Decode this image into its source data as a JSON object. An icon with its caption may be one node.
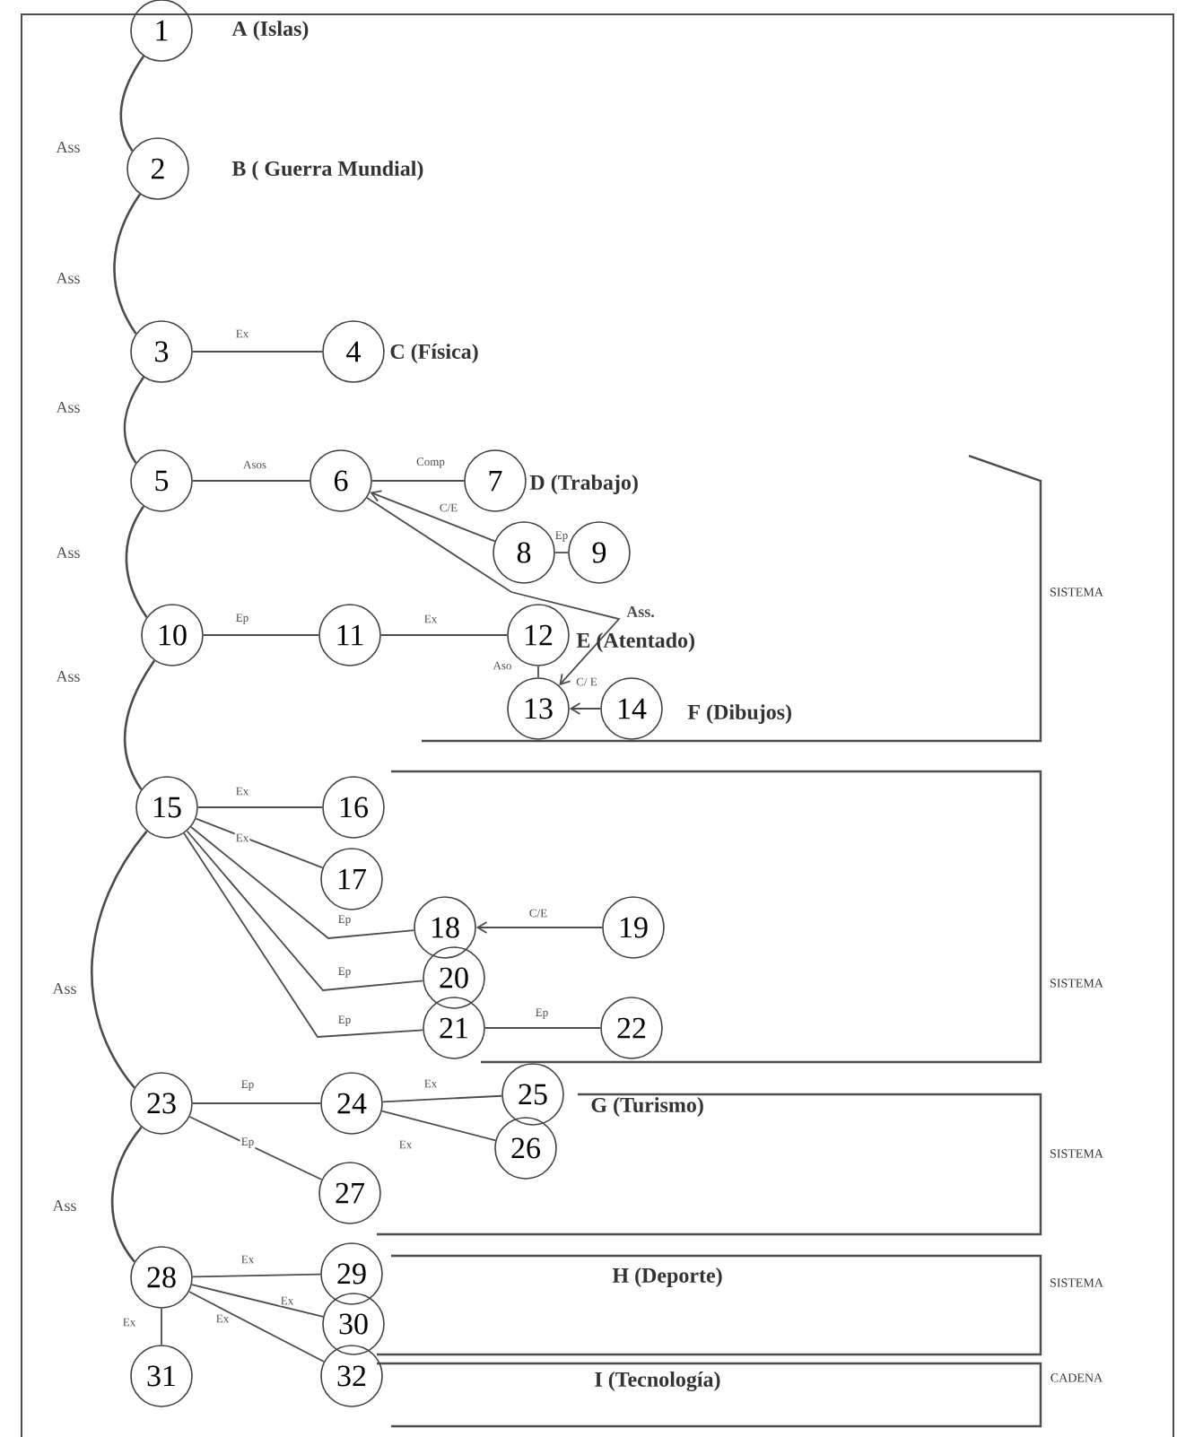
{
  "diagram": {
    "nodes": [
      {
        "text": [
          "1"
        ],
        "beside": [
          "A  (Islas)"
        ]
      },
      {
        "text": [
          "2"
        ],
        "beside": [
          "B ( Guerra Mundial)"
        ]
      },
      {
        "text": [
          "3"
        ]
      },
      {
        "text": [
          "4"
        ],
        "beside": [
          "C (Física)"
        ]
      },
      {
        "text": [
          "5"
        ]
      },
      {
        "text": [
          "6"
        ]
      },
      {
        "text": [
          "7"
        ],
        "beside": [
          "D (Trabajo)"
        ]
      },
      {
        "text": [
          "8"
        ]
      },
      {
        "text": [
          "9"
        ]
      },
      {
        "text": [
          "10"
        ]
      },
      {
        "text": [
          "11"
        ]
      },
      {
        "text": [
          "12"
        ],
        "beside": [
          "E (Atentado)"
        ]
      },
      {
        "text": [
          "13"
        ]
      },
      {
        "text": [
          "14"
        ],
        "beside": [
          "F (Dibujos)"
        ]
      },
      {
        "text": [
          "15"
        ]
      },
      {
        "text": [
          "16"
        ]
      },
      {
        "text": [
          "17"
        ]
      },
      {
        "text": [
          "18"
        ]
      },
      {
        "text": [
          "19"
        ]
      },
      {
        "text": [
          "20"
        ]
      },
      {
        "text": [
          "21"
        ]
      },
      {
        "text": [
          "22"
        ]
      },
      {
        "text": [
          "23"
        ]
      },
      {
        "text": [
          "24"
        ]
      },
      {
        "text": [
          "25"
        ],
        "beside": [
          "G (Turismo)"
        ]
      },
      {
        "text": [
          "26"
        ]
      },
      {
        "text": [
          "27"
        ]
      },
      {
        "text": [
          "28"
        ]
      },
      {
        "text": [
          "29"
        ]
      },
      {
        "text": [
          "30"
        ]
      },
      {
        "text": [
          "31"
        ]
      },
      {
        "text": [
          "32"
        ]
      }
    ],
    "edges": [
      {
        "from": 0,
        "to": 1,
        "arrow": "none",
        "label": "Ass"
      },
      {
        "from": 1,
        "to": 2,
        "arrow": "none",
        "label": "Ass"
      },
      {
        "from": 2,
        "to": 4,
        "arrow": "none",
        "label": "Ass"
      },
      {
        "from": 4,
        "to": 9,
        "arrow": "none",
        "label": "Ass"
      },
      {
        "from": 9,
        "to": 14,
        "arrow": "none",
        "label": "Ass"
      },
      {
        "from": 14,
        "to": 22,
        "arrow": "none",
        "label": "Ass"
      },
      {
        "from": 22,
        "to": 27,
        "arrow": "none",
        "label": "Ass"
      },
      {
        "from": 2,
        "to": 3,
        "arrow": "none",
        "label": "Ex"
      },
      {
        "from": 4,
        "to": 5,
        "arrow": "none",
        "label": "Asos"
      },
      {
        "from": 5,
        "to": 6,
        "arrow": "none",
        "label": "Comp"
      },
      {
        "from": 7,
        "to": 5,
        "arrow": "to",
        "label": "C/E"
      },
      {
        "from": 7,
        "to": 8,
        "arrow": "none",
        "label": "Ep"
      },
      {
        "from": 5,
        "to": 12,
        "arrow": "to",
        "label": "Ass."
      },
      {
        "from": 9,
        "to": 10,
        "arrow": "none",
        "label": "Ep"
      },
      {
        "from": 10,
        "to": 11,
        "arrow": "none",
        "label": "Ex"
      },
      {
        "from": 11,
        "to": 12,
        "arrow": "none",
        "label": "Aso"
      },
      {
        "from": 13,
        "to": 12,
        "arrow": "to",
        "label": "C/ E"
      },
      {
        "from": 14,
        "to": 15,
        "arrow": "none",
        "label": "Ex"
      },
      {
        "from": 14,
        "to": 16,
        "arrow": "none",
        "label": "Ex"
      },
      {
        "from": 14,
        "to": 17,
        "arrow": "none",
        "label": "Ep"
      },
      {
        "from": 18,
        "to": 17,
        "arrow": "to",
        "label": "C/E"
      },
      {
        "from": 14,
        "to": 19,
        "arrow": "none",
        "label": "Ep"
      },
      {
        "from": 14,
        "to": 20,
        "arrow": "none",
        "label": "Ep"
      },
      {
        "from": 20,
        "to": 21,
        "arrow": "none",
        "label": "Ep"
      },
      {
        "from": 22,
        "to": 23,
        "arrow": "none",
        "label": "Ep"
      },
      {
        "from": 23,
        "to": 24,
        "arrow": "none",
        "label": "Ex"
      },
      {
        "from": 23,
        "to": 25,
        "arrow": "none",
        "label": "Ex"
      },
      {
        "from": 22,
        "to": 26,
        "arrow": "none",
        "label": "Ep"
      },
      {
        "from": 27,
        "to": 28,
        "arrow": "none",
        "label": "Ex"
      },
      {
        "from": 27,
        "to": 29,
        "arrow": "none",
        "label": "Ex"
      },
      {
        "from": 27,
        "to": 30,
        "arrow": "none",
        "label": "Ex"
      },
      {
        "from": 27,
        "to": 31,
        "arrow": "none",
        "label": "Ex"
      }
    ],
    "labels": [
      "H (Deporte)",
      "I (Tecnología)",
      "SISTEMA",
      "SISTEMA",
      "SISTEMA",
      "SISTEMA",
      "CADENA"
    ]
  }
}
